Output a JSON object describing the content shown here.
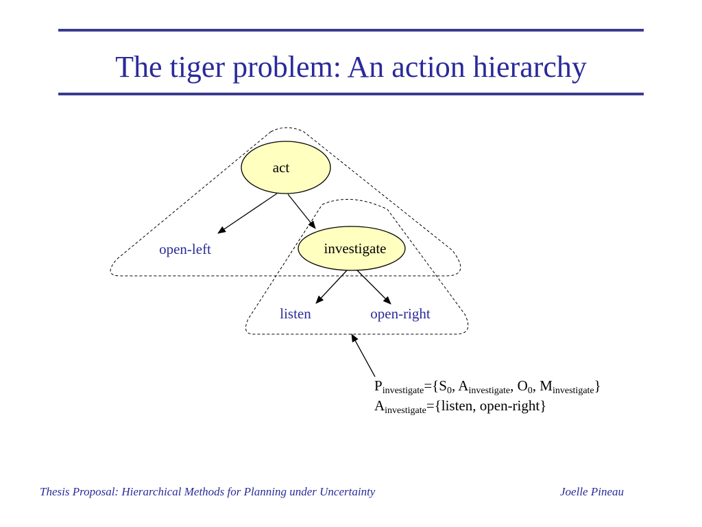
{
  "slide": {
    "title": "The tiger problem: An action hierarchy"
  },
  "diagram": {
    "nodes": {
      "act": "act",
      "investigate": "investigate"
    },
    "leaves": {
      "open_left": "open-left",
      "listen": "listen",
      "open_right": "open-right"
    }
  },
  "annotation": {
    "p_symbol": "P",
    "p_subscript": "investigate",
    "p_rest_1": "={S",
    "p_sub_0a": "0",
    "p_rest_2": ", A",
    "p_sub_inv_a": "investigate",
    "p_rest_3": ", O",
    "p_sub_0b": "0",
    "p_rest_4": ", M",
    "p_sub_inv_m": "investigate",
    "p_rest_5": "}",
    "a_symbol": "A",
    "a_subscript": "investigate",
    "a_rest": "={listen, open-right}"
  },
  "footer": {
    "left": "Thesis Proposal: Hierarchical Methods for Planning under Uncertainty",
    "right": "Joelle Pineau"
  },
  "colors": {
    "accent": "#2a2a9a",
    "rule": "#3b3b8f",
    "node_fill": "#ffffc0"
  }
}
